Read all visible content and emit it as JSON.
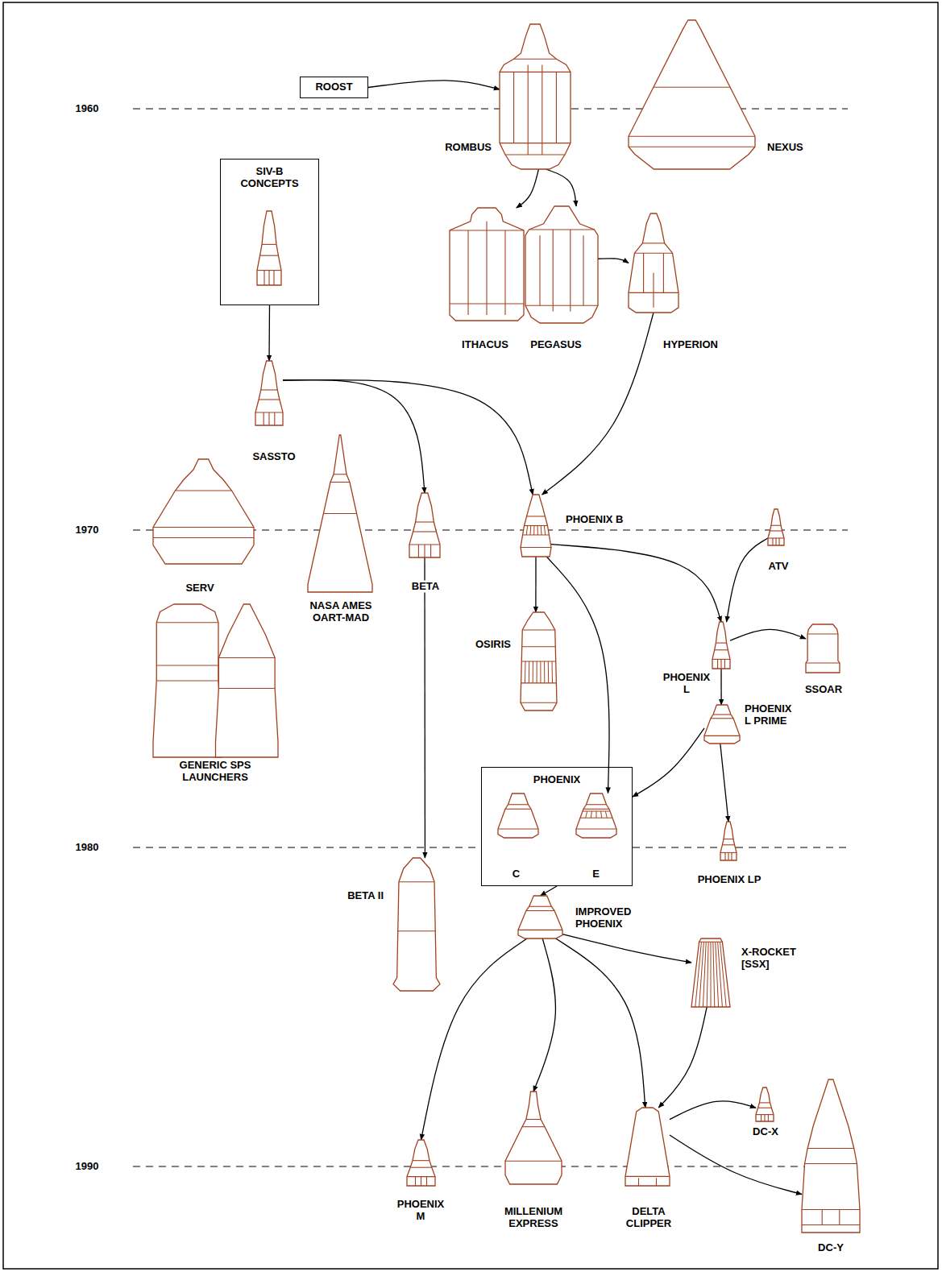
{
  "diagram": {
    "nodes": [
      {
        "text": [
          "ROOST"
        ]
      },
      {
        "text": [
          "ROMBUS"
        ]
      },
      {
        "text": [
          "NEXUS"
        ]
      },
      {
        "text": [
          "SIV-B CONCEPTS"
        ]
      },
      {
        "text": [
          "ITHACUS"
        ]
      },
      {
        "text": [
          "PEGASUS"
        ]
      },
      {
        "text": [
          "HYPERION"
        ]
      },
      {
        "text": [
          "SASSTO"
        ]
      },
      {
        "text": [
          "PHOENIX B"
        ]
      },
      {
        "text": [
          "ATV"
        ]
      },
      {
        "text": [
          "SERV"
        ]
      },
      {
        "text": [
          "NASA AMES OART-MAD"
        ]
      },
      {
        "text": [
          "BETA"
        ]
      },
      {
        "text": [
          "OSIRIS"
        ]
      },
      {
        "text": [
          "PHOENIX L"
        ]
      },
      {
        "text": [
          "SSOAR"
        ]
      },
      {
        "text": [
          "GENERIC SPS LAUNCHERS"
        ]
      },
      {
        "text": [
          "PHOENIX L PRIME"
        ]
      },
      {
        "text": [
          "PHOENIX"
        ]
      },
      {
        "text": [
          "C"
        ],
        "in": 18
      },
      {
        "text": [
          "E"
        ],
        "in": 18
      },
      {
        "text": [
          "PHOENIX LP"
        ]
      },
      {
        "text": [
          "BETA II"
        ]
      },
      {
        "text": [
          "IMPROVED PHOENIX"
        ]
      },
      {
        "text": [
          "X-ROCKET [SSX]"
        ]
      },
      {
        "text": [
          "PHOENIX M"
        ]
      },
      {
        "text": [
          "MILLENIUM EXPRESS"
        ]
      },
      {
        "text": [
          "DELTA CLIPPER"
        ]
      },
      {
        "text": [
          "DC-X"
        ]
      },
      {
        "text": [
          "DC-Y"
        ]
      }
    ],
    "edges": [
      {
        "from": 0,
        "to": 1,
        "arrow": "to"
      },
      {
        "from": 1,
        "to": 4,
        "arrow": "to"
      },
      {
        "from": 1,
        "to": 5,
        "arrow": "to"
      },
      {
        "from": 5,
        "to": 6,
        "arrow": "to"
      },
      {
        "from": 3,
        "to": 7,
        "arrow": "to"
      },
      {
        "from": 7,
        "to": 12,
        "arrow": "to"
      },
      {
        "from": 7,
        "to": 8,
        "arrow": "to"
      },
      {
        "from": 6,
        "to": 8,
        "arrow": "to"
      },
      {
        "from": 8,
        "to": 13,
        "arrow": "to"
      },
      {
        "from": 8,
        "to": 14,
        "arrow": "to"
      },
      {
        "from": 9,
        "to": 14,
        "arrow": "to"
      },
      {
        "from": 14,
        "to": 15,
        "arrow": "to"
      },
      {
        "from": 14,
        "to": 17,
        "arrow": "to"
      },
      {
        "from": 17,
        "to": 21,
        "arrow": "to"
      },
      {
        "from": 17,
        "to": 18,
        "arrow": "to"
      },
      {
        "from": 8,
        "to": 20,
        "arrow": "to"
      },
      {
        "from": 12,
        "to": 22,
        "arrow": "to"
      },
      {
        "from": 18,
        "to": 23,
        "arrow": "to"
      },
      {
        "from": 23,
        "to": 25,
        "arrow": "to"
      },
      {
        "from": 23,
        "to": 26,
        "arrow": "to"
      },
      {
        "from": 23,
        "to": 27,
        "arrow": "to"
      },
      {
        "from": 23,
        "to": 24,
        "arrow": "to"
      },
      {
        "from": 24,
        "to": 27,
        "arrow": "to"
      },
      {
        "from": 27,
        "to": 28,
        "arrow": "to"
      },
      {
        "from": 27,
        "to": 29,
        "arrow": "to"
      }
    ],
    "labels": [
      "1960",
      "1970",
      "1980",
      "1990"
    ]
  }
}
